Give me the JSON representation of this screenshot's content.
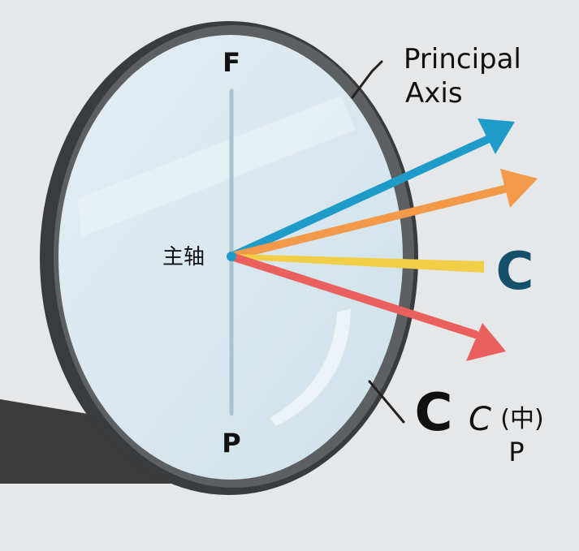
{
  "diagram": {
    "labels": {
      "top_pole": "F",
      "bottom_pole": "P",
      "principal_axis_line1": "Principal",
      "principal_axis_line2": "Axis",
      "center_cn": "主轴",
      "right_c": "C",
      "bottom_c_big": "C",
      "bottom_c_small": "C",
      "bottom_cn": "(中)",
      "bottom_p": "P"
    },
    "colors": {
      "background": "#e6e7e8",
      "lens_fill": "#d6e6ee",
      "lens_rim": "#5d5f62",
      "lens_rim_dark": "#3a3b3d",
      "axis_line": "#a8c3cf",
      "shadow": "#3b3b3b",
      "arrow_blue": "#1e9bc9",
      "arrow_orange": "#f29a4a",
      "arrow_yellow": "#f2cd46",
      "arrow_red": "#ea605e",
      "c_blue": "#14506a",
      "label_dark": "#111111"
    }
  }
}
